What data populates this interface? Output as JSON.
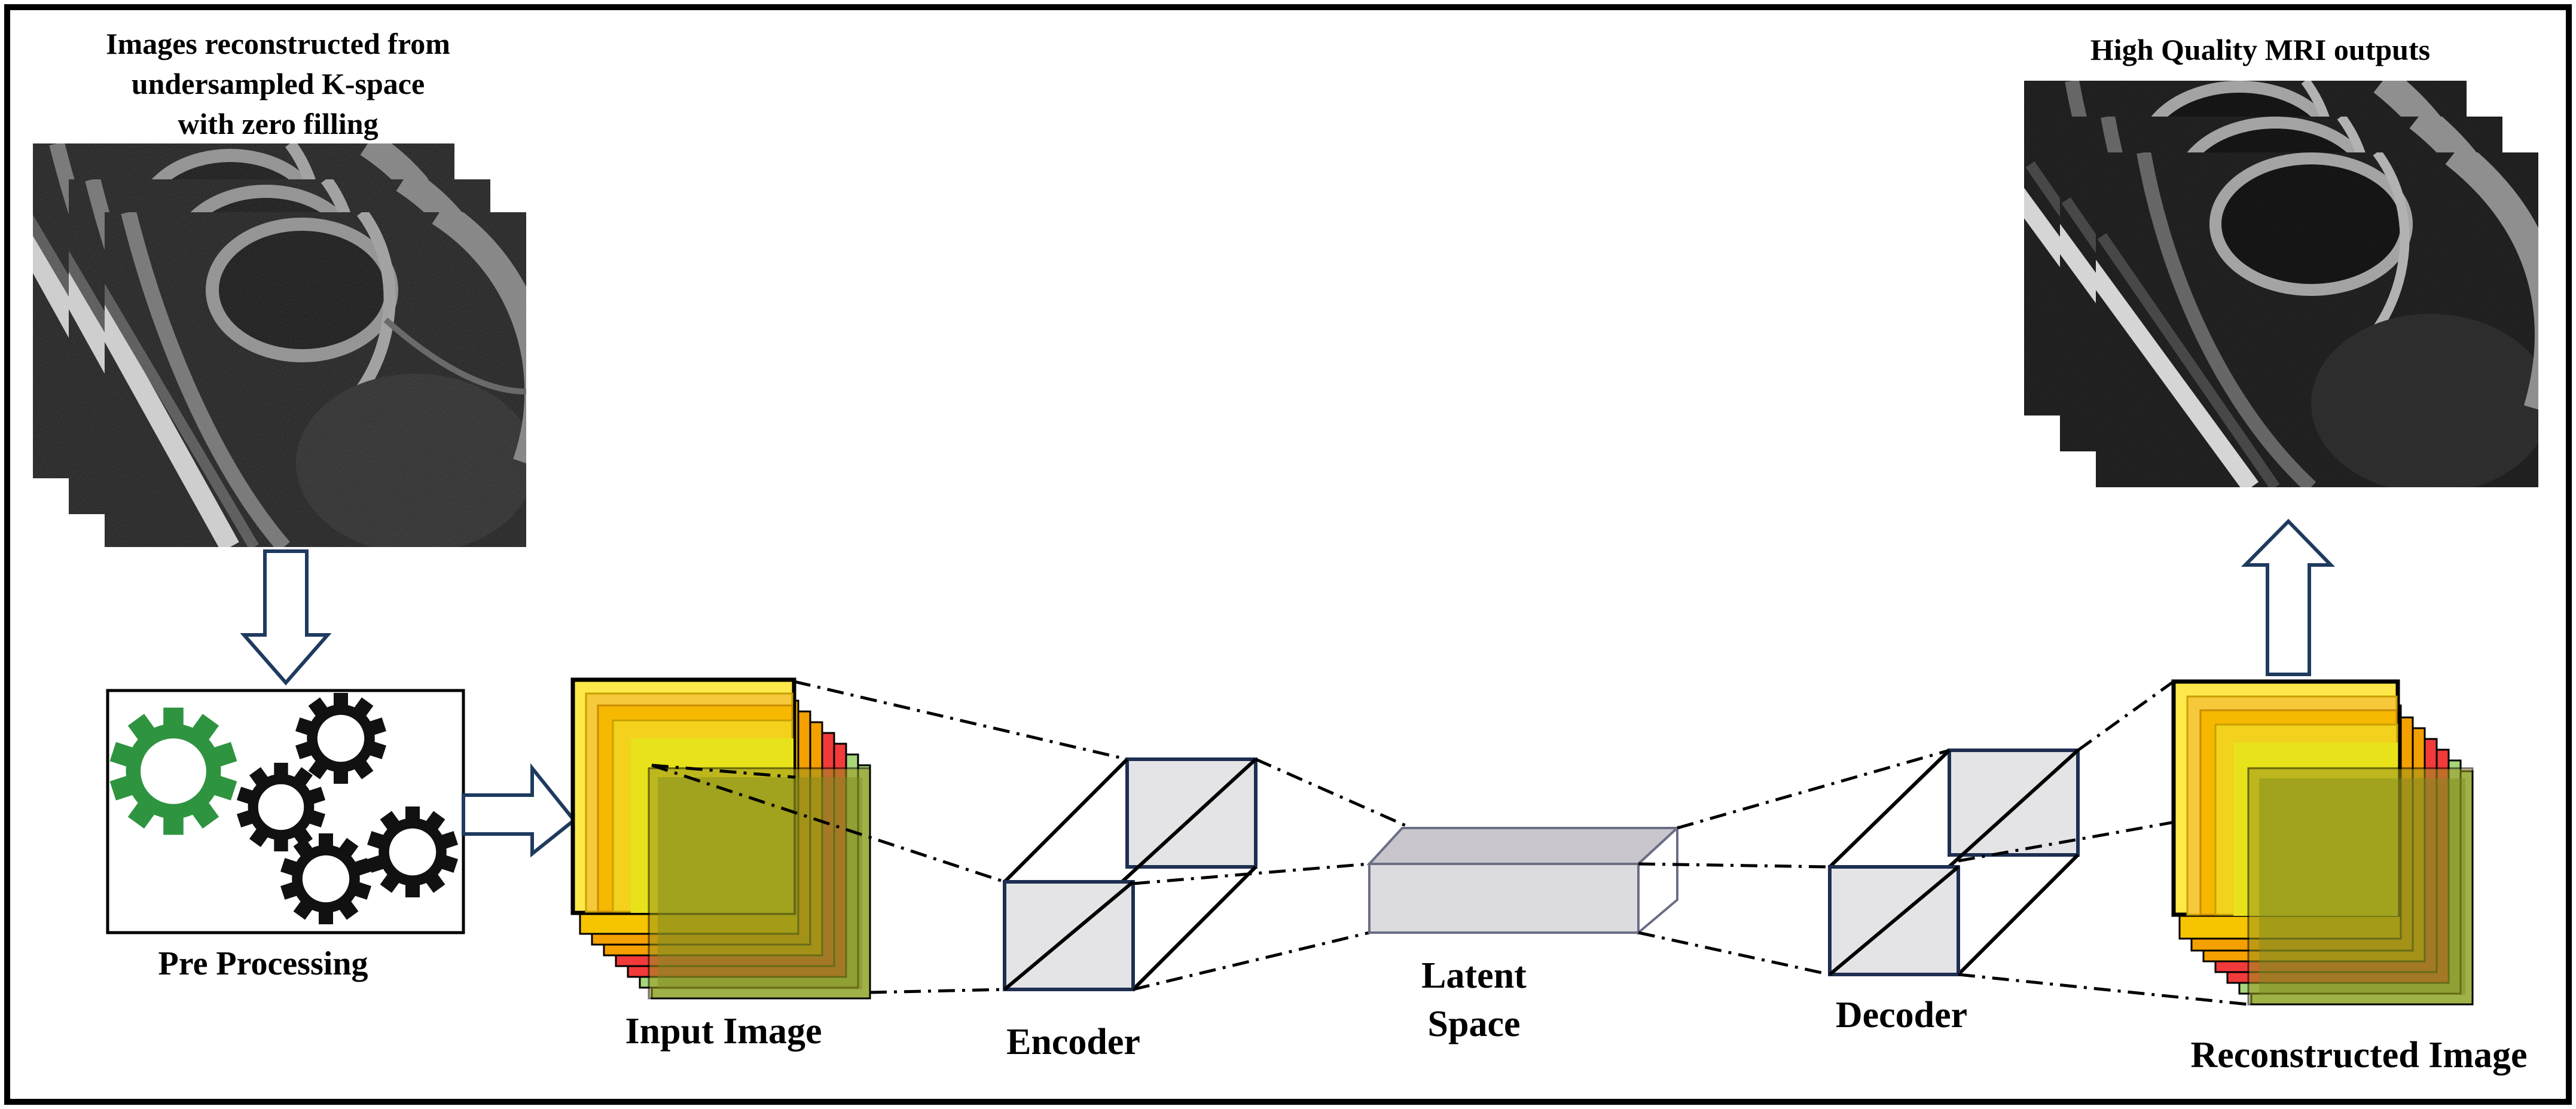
{
  "labels": {
    "input_caption_line1": "Images reconstructed from",
    "input_caption_line2": "undersampled K-space",
    "input_caption_line3": "with zero filling",
    "output_caption": "High Quality MRI outputs",
    "preprocessing": "Pre Processing",
    "input_image": "Input Image",
    "encoder": "Encoder",
    "latent_line1": "Latent",
    "latent_line2": "Space",
    "decoder": "Decoder",
    "reconstructed_image": "Reconstructed Image"
  },
  "colors": {
    "arrow_outline": "#1f3a5f",
    "gear_green": "#2e9440",
    "gear_black": "#111111",
    "layer_yellow": "#e8e21a",
    "layer_orange": "#f4a000",
    "layer_red": "#f23a3a",
    "layer_green": "#a6d67a",
    "block_fill": "#e4e4e6",
    "block_edge": "#1f2f52"
  },
  "icons": {
    "preprocessing": "gears-icon",
    "flow_arrow": "hollow-arrow-icon"
  }
}
